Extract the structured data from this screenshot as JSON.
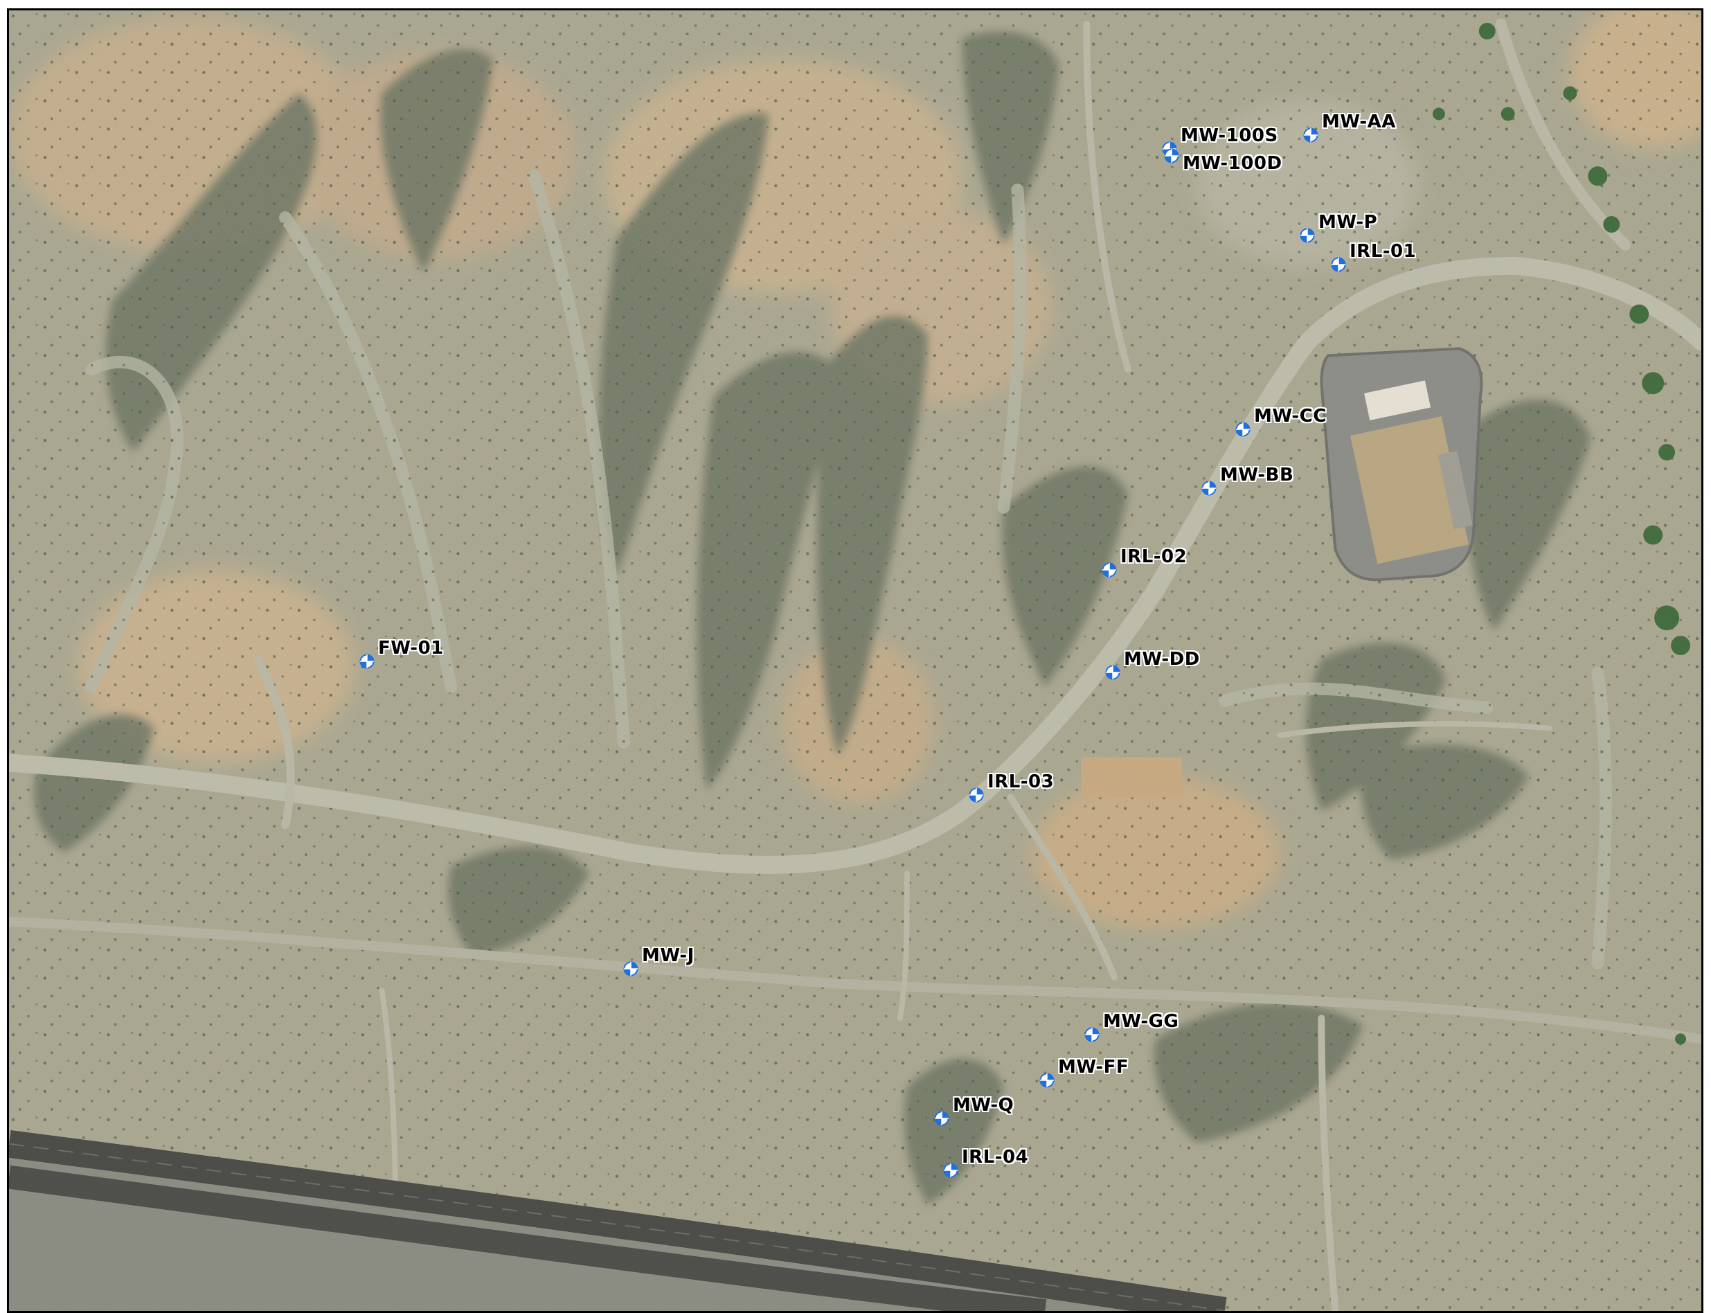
{
  "map": {
    "colors": {
      "terrain_base": "#a9a68f",
      "hills_dark": "#6f7764",
      "sand": "#c8b08c",
      "road": "#bdbcaa",
      "highway": "#4a4a46",
      "building_roof": "#b9a57f",
      "pad": "#8a8a84",
      "vegetation": "#3d6b3a",
      "well_symbol": "#1f6fe0"
    },
    "well_icon": "monitoring-well-icon",
    "wells": [
      {
        "id": "mw-100s",
        "label": "MW-100S"
      },
      {
        "id": "mw-100d",
        "label": "MW-100D"
      },
      {
        "id": "mw-aa",
        "label": "MW-AA"
      },
      {
        "id": "mw-p",
        "label": "MW-P"
      },
      {
        "id": "irl-01",
        "label": "IRL-01"
      },
      {
        "id": "mw-cc",
        "label": "MW-CC"
      },
      {
        "id": "mw-bb",
        "label": "MW-BB"
      },
      {
        "id": "irl-02",
        "label": "IRL-02"
      },
      {
        "id": "fw-01",
        "label": "FW-01"
      },
      {
        "id": "mw-dd",
        "label": "MW-DD"
      },
      {
        "id": "irl-03",
        "label": "IRL-03"
      },
      {
        "id": "mw-j",
        "label": "MW-J"
      },
      {
        "id": "mw-gg",
        "label": "MW-GG"
      },
      {
        "id": "mw-ff",
        "label": "MW-FF"
      },
      {
        "id": "mw-q",
        "label": "MW-Q"
      },
      {
        "id": "irl-04",
        "label": "IRL-04"
      }
    ]
  }
}
